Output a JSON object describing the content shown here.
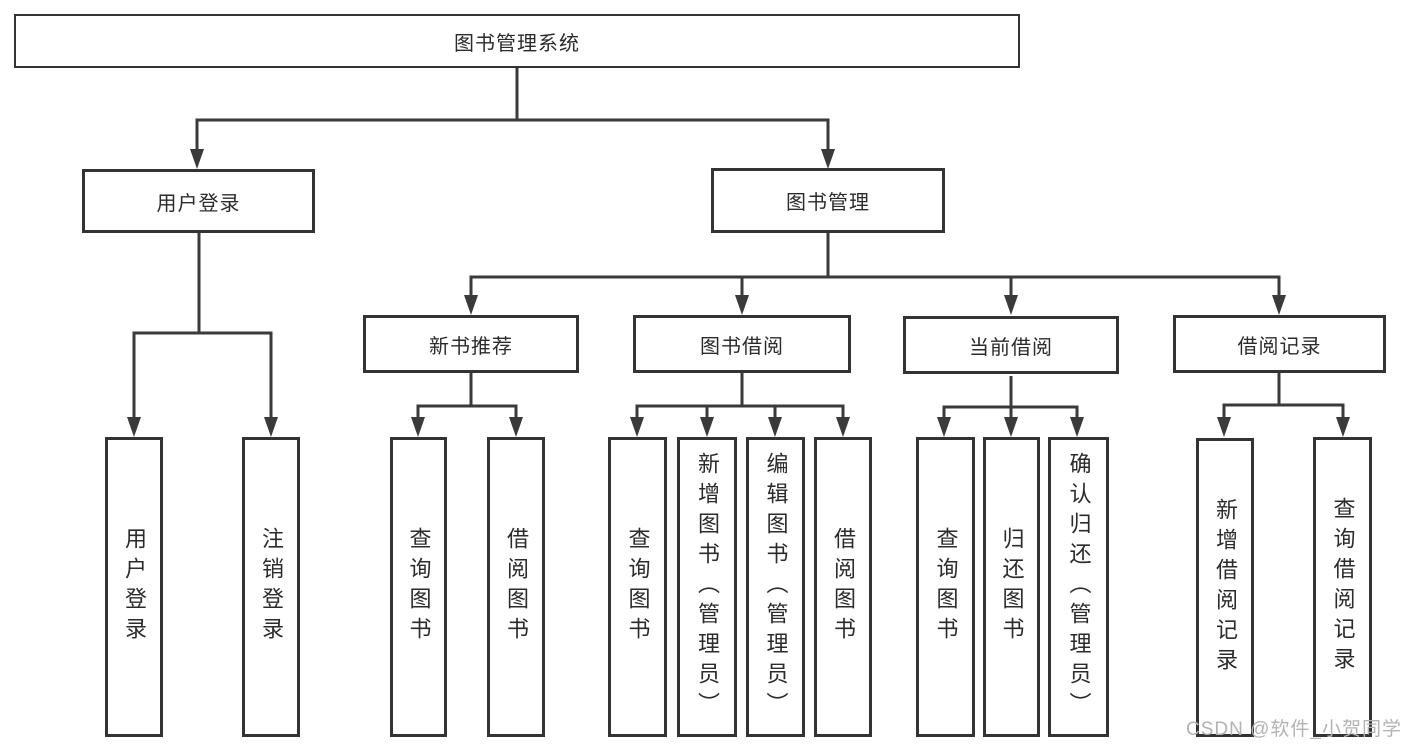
{
  "tree": {
    "label": "图书管理系统",
    "children": [
      {
        "label": "用户登录",
        "children": [
          {
            "label": "用户登录"
          },
          {
            "label": "注销登录"
          }
        ]
      },
      {
        "label": "图书管理",
        "children": [
          {
            "label": "新书推荐",
            "children": [
              {
                "label": "查询图书"
              },
              {
                "label": "借阅图书"
              }
            ]
          },
          {
            "label": "图书借阅",
            "children": [
              {
                "label": "查询图书"
              },
              {
                "label": "新增图书（管理员）"
              },
              {
                "label": "编辑图书（管理员）"
              },
              {
                "label": "借阅图书"
              }
            ]
          },
          {
            "label": "当前借阅",
            "children": [
              {
                "label": "查询图书"
              },
              {
                "label": "归还图书"
              },
              {
                "label": "确认归还（管理员）"
              }
            ]
          },
          {
            "label": "借阅记录",
            "children": [
              {
                "label": "新增借阅记录"
              },
              {
                "label": "查询借阅记录"
              }
            ]
          }
        ]
      }
    ]
  },
  "watermark": {
    "text": "CSDN @软件_小贺同学"
  },
  "colors": {
    "line": "#3a3a3a",
    "box_border": "#333333",
    "text": "#2b2b2b",
    "watermark": "#b3b3b3",
    "background": "#ffffff"
  }
}
